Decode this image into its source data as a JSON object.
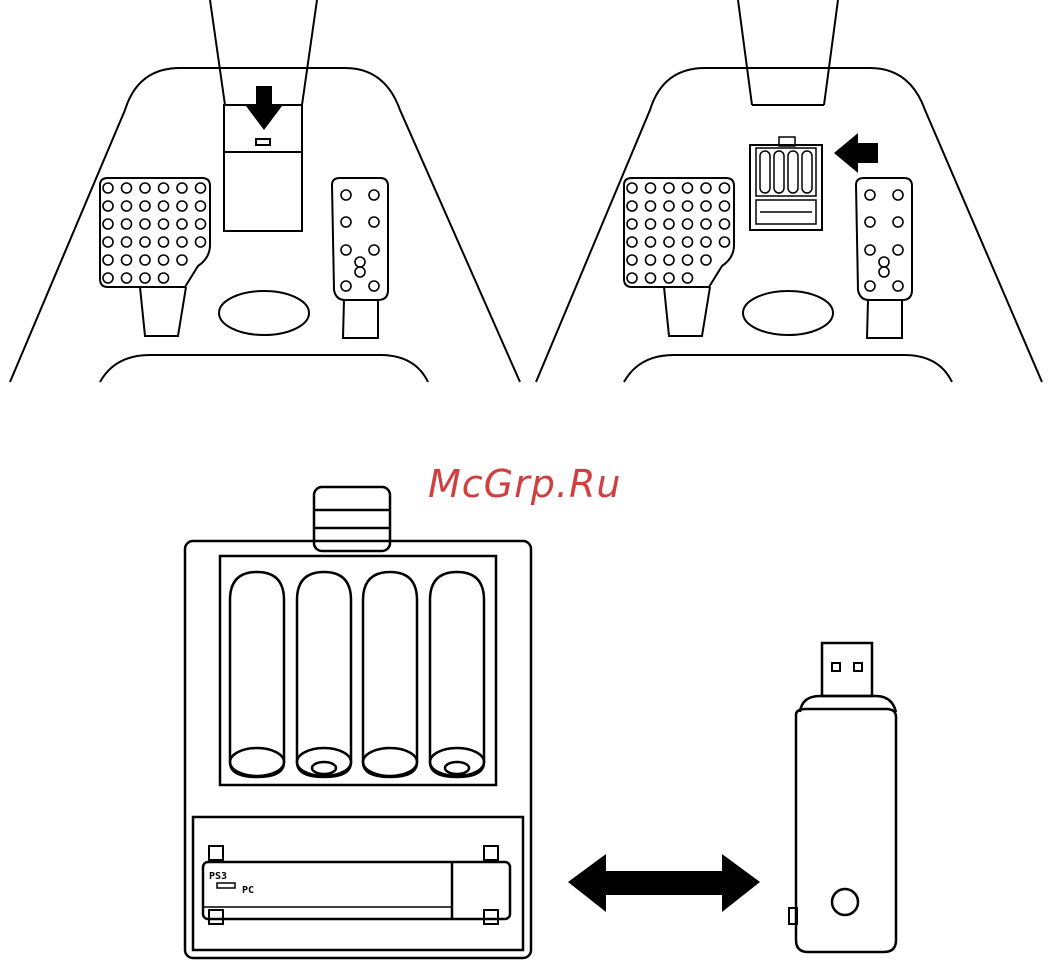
{
  "watermark": "McGrp.Ru",
  "switch_labels": {
    "ps3": "PS3",
    "pc": "PC"
  },
  "colors": {
    "line": "#000000",
    "watermark": "#d04040",
    "background": "#ffffff"
  }
}
